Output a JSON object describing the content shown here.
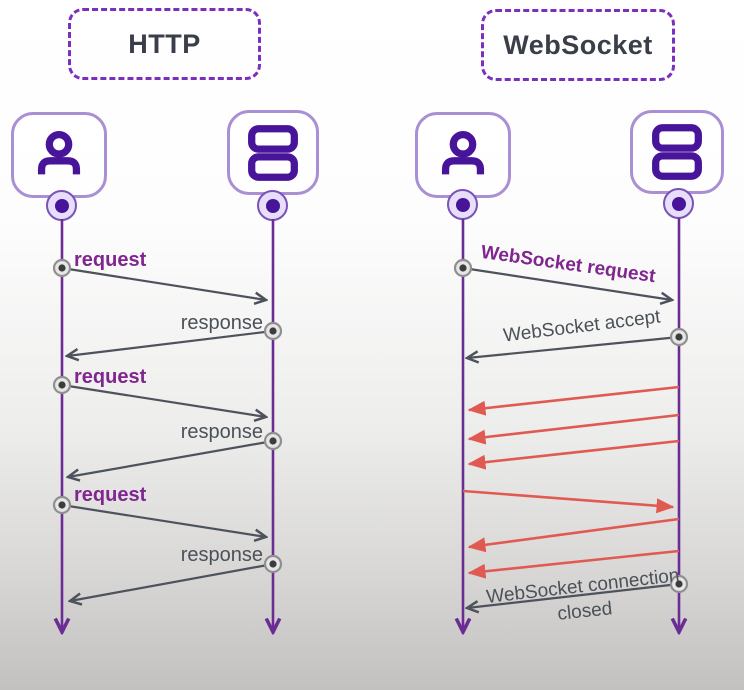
{
  "http": {
    "title": "HTTP",
    "actors": [
      {
        "name": "client",
        "icon": "person-icon"
      },
      {
        "name": "server",
        "icon": "server-icon"
      }
    ],
    "sequence": [
      {
        "label": "request",
        "from": "client",
        "to": "server",
        "type": "control"
      },
      {
        "label": "response",
        "from": "server",
        "to": "client",
        "type": "control"
      },
      {
        "label": "request",
        "from": "client",
        "to": "server",
        "type": "control"
      },
      {
        "label": "response",
        "from": "server",
        "to": "client",
        "type": "control"
      },
      {
        "label": "request",
        "from": "client",
        "to": "server",
        "type": "control"
      },
      {
        "label": "response",
        "from": "server",
        "to": "client",
        "type": "control"
      }
    ]
  },
  "websocket": {
    "title": "WebSocket",
    "actors": [
      {
        "name": "client",
        "icon": "person-icon"
      },
      {
        "name": "server",
        "icon": "server-icon"
      }
    ],
    "sequence": [
      {
        "label": "WebSocket request",
        "from": "client",
        "to": "server",
        "type": "control"
      },
      {
        "label": "WebSocket accept",
        "from": "server",
        "to": "client",
        "type": "control"
      },
      {
        "label": "",
        "from": "server",
        "to": "client",
        "type": "data-frame"
      },
      {
        "label": "",
        "from": "server",
        "to": "client",
        "type": "data-frame"
      },
      {
        "label": "",
        "from": "server",
        "to": "client",
        "type": "data-frame"
      },
      {
        "label": "",
        "from": "client",
        "to": "server",
        "type": "data-frame"
      },
      {
        "label": "",
        "from": "server",
        "to": "client",
        "type": "data-frame"
      },
      {
        "label": "",
        "from": "server",
        "to": "client",
        "type": "data-frame"
      },
      {
        "label_line1": "WebSocket connection",
        "label_line2": "closed",
        "from": "server",
        "to": "client",
        "type": "control"
      }
    ]
  },
  "colors": {
    "lifeline_purple": "#6b2d93",
    "icon_purple": "#48149a",
    "actor_border_purple": "#a98fd4",
    "dashed_border_purple": "#7c2fbe",
    "title_text": "#3a3e49",
    "request_label_purple": "#80268f",
    "response_label_gray": "#4b5158",
    "arrow_gray": "#4d525c",
    "data_frame_red": "#e05a52"
  }
}
